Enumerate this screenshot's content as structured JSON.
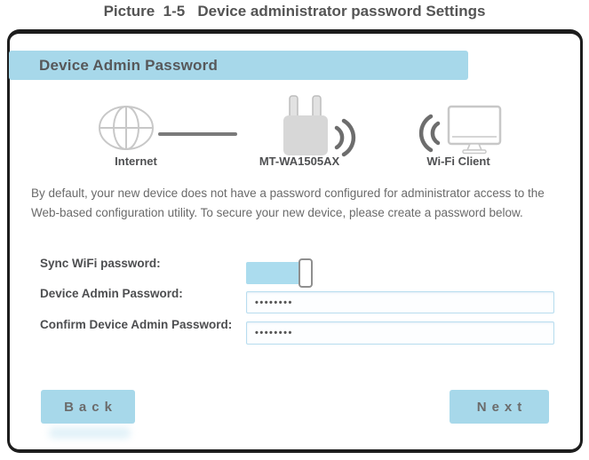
{
  "caption": "Picture  1-5   Device administrator password Settings",
  "window": {
    "header": {
      "title": "Device Admin Password"
    },
    "diagram": {
      "internet_label": "Internet",
      "device_label": "MT-WA1505AX",
      "client_label": "Wi-Fi Client",
      "icons": [
        "globe-icon",
        "extender-device-icon",
        "wifi-waves-icon",
        "monitor-icon"
      ]
    },
    "description": "By default, your new device does not have a password configured for administrator access to the Web-based configuration utility. To secure your new device, please create a password below.",
    "form": {
      "sync_label": "Sync WiFi password:",
      "sync_state": "on",
      "password_label": "Device Admin Password:",
      "password_value": "••••••••",
      "confirm_label": "Confirm Device Admin Password:",
      "confirm_value": "••••••••"
    },
    "buttons": {
      "back": "Back",
      "next": "Next"
    }
  },
  "colors": {
    "accent_blue": "#a7d8ea",
    "toggle_blue": "#abdcee",
    "input_border": "#b8ddef",
    "frame_border": "#1d1d1d",
    "label_gray": "#4d4e50",
    "body_gray": "#6a6a6a"
  }
}
